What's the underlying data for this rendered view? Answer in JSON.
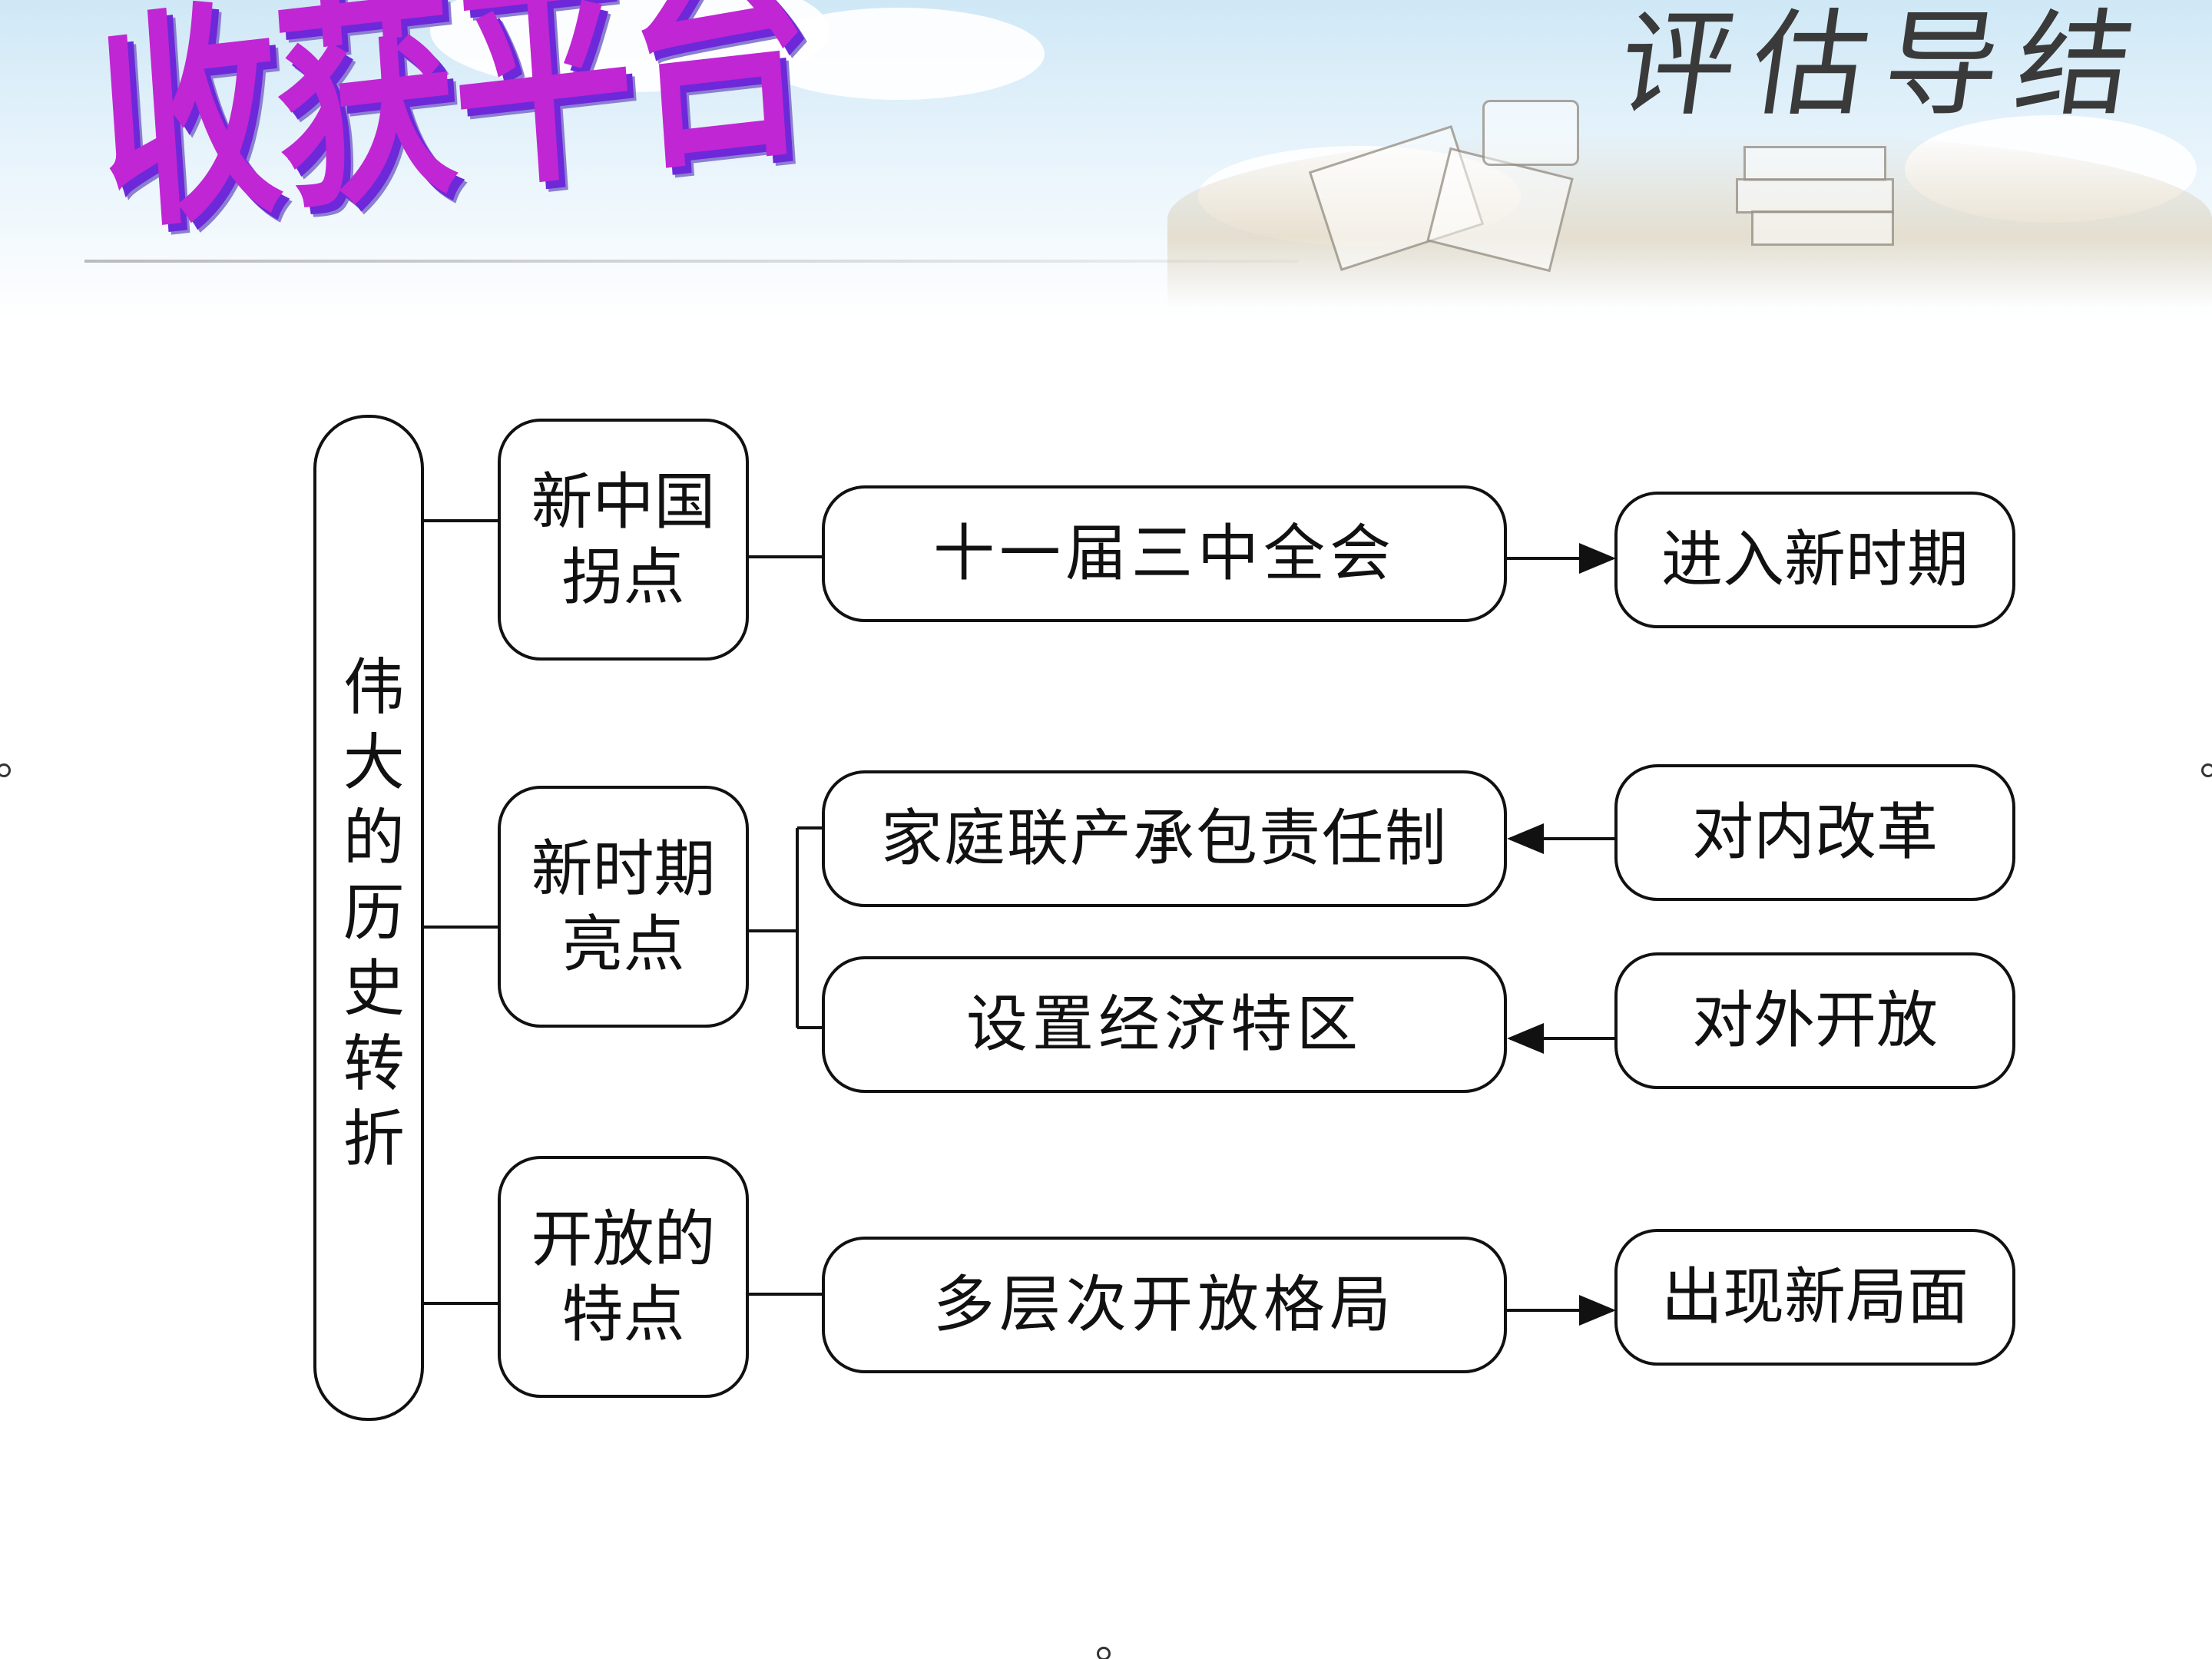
{
  "header": {
    "title": "收获平台",
    "corner_title": "评估导结"
  },
  "diagram": {
    "root": {
      "id": "root",
      "label": "伟大的历史转折"
    },
    "branches": [
      {
        "id": "b1",
        "label": "新中国\n拐点",
        "items": [
          {
            "id": "b1i1",
            "label": "十一届三中全会",
            "result": "进入新时期",
            "direction": "forward"
          }
        ]
      },
      {
        "id": "b2",
        "label": "新时期\n亮点",
        "items": [
          {
            "id": "b2i1",
            "label": "家庭联产承包责任制",
            "result": "对内改革",
            "direction": "backward"
          },
          {
            "id": "b2i2",
            "label": "设置经济特区",
            "result": "对外开放",
            "direction": "backward"
          }
        ]
      },
      {
        "id": "b3",
        "label": "开放的\n特点",
        "items": [
          {
            "id": "b3i1",
            "label": "多层次开放格局",
            "result": "出现新局面",
            "direction": "forward"
          }
        ]
      }
    ]
  },
  "colors": {
    "stroke": "#111111",
    "title": "#c026d3",
    "title_shadow": "#6d28d9"
  }
}
